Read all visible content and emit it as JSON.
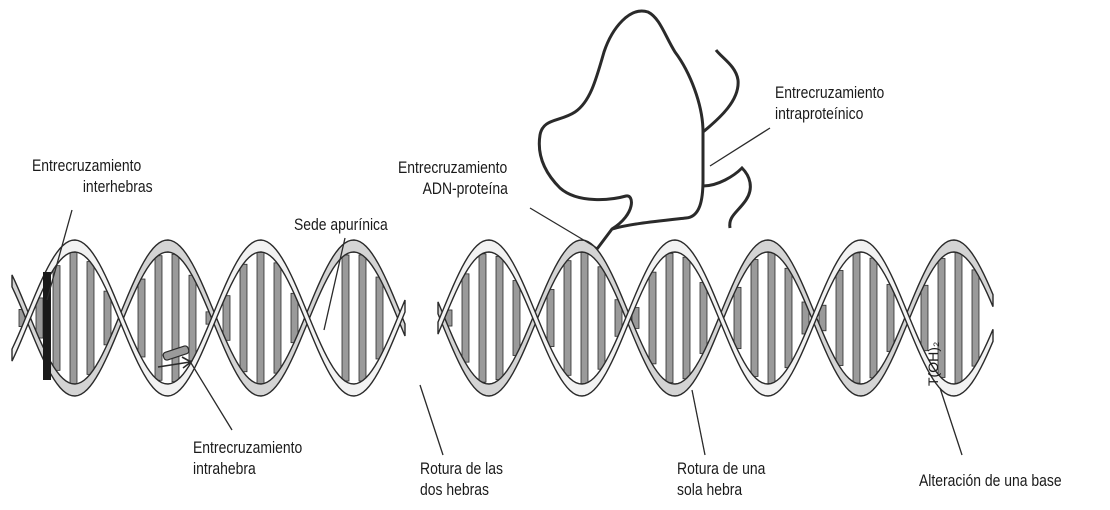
{
  "labels": {
    "interhebras": [
      "Entrecruzamiento",
      "interhebras"
    ],
    "intrahebra": [
      "Entrecruzamiento",
      "intrahebra"
    ],
    "apurinica": "Sede apurínica",
    "dos_hebras": [
      "Rotura de las",
      "dos hebras"
    ],
    "adn_proteina": [
      "Entrecruzamiento",
      "ADN-proteína"
    ],
    "intraproteinico": [
      "Entrecruzamiento",
      "intraproteínico"
    ],
    "una_hebra": [
      "Rotura de una",
      "sola hebra"
    ],
    "alteracion": "Alteración de una base",
    "base_mark": "T(OH)₂"
  },
  "colors": {
    "ribbon_front": "#f2f2f2",
    "ribbon_back": "#d4d4d4",
    "rung": "#9a9a9a",
    "outline": "#2a2a2a"
  }
}
